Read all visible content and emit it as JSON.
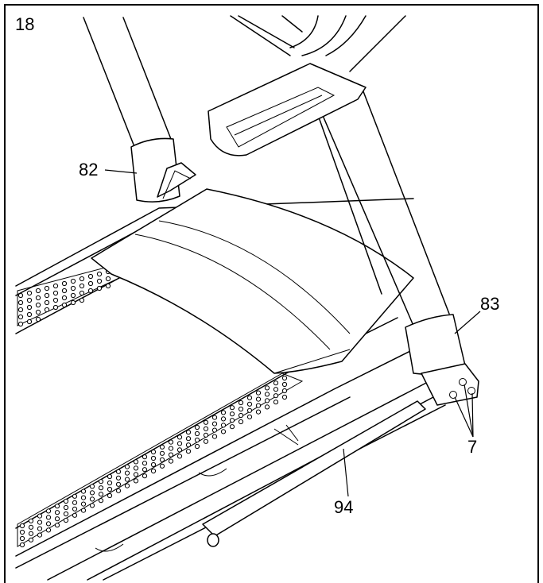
{
  "figure": {
    "step_number": "18",
    "callouts": {
      "part_82": "82",
      "part_83": "83",
      "part_7": "7",
      "part_94": "94"
    }
  }
}
